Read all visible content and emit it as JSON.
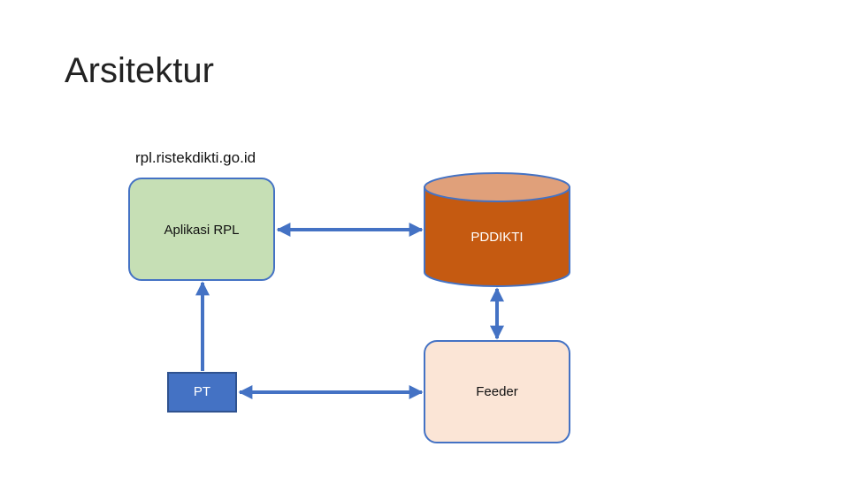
{
  "slide": {
    "title": "Arsitektur"
  },
  "diagram": {
    "url_label": "rpl.ristekdikti.go.id",
    "nodes": {
      "aplikasi": {
        "label": "Aplikasi RPL",
        "fill": "#c6dfb5",
        "stroke": "#4472c4"
      },
      "pddikti": {
        "label": "PDDIKTI",
        "fill": "#c55a11",
        "top_fill": "#e0a07a",
        "stroke": "#4472c4"
      },
      "pt": {
        "label": "PT",
        "fill": "#4472c4",
        "stroke": "#2f528f"
      },
      "feeder": {
        "label": "Feeder",
        "fill": "#fbe5d6",
        "stroke": "#4472c4"
      }
    },
    "connector_color": "#4472c4"
  }
}
